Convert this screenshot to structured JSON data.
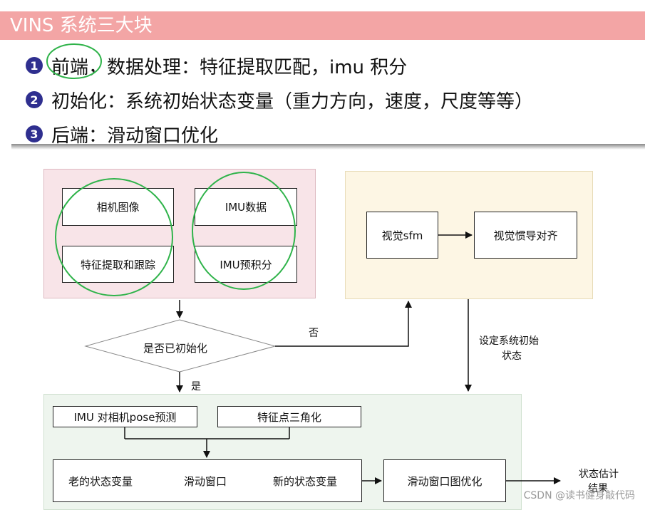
{
  "header": {
    "title": "VINS 系统三大块"
  },
  "bullets": [
    {
      "num": "1",
      "text": "前端，数据处理：特征提取匹配，imu 积分"
    },
    {
      "num": "2",
      "text": "初始化：系统初始状态变量（重力方向，速度，尺度等等）"
    },
    {
      "num": "3",
      "text": "后端：滑动窗口优化"
    }
  ],
  "diagram": {
    "frontend": {
      "camera": "相机图像",
      "imu_data": "IMU数据",
      "feature_track": "特征提取和跟踪",
      "imu_preint": "IMU预积分"
    },
    "decision": "是否已初始化",
    "no_label": "否",
    "yes_label": "是",
    "init": {
      "visual_sfm": "视觉sfm",
      "visual_inertial_align": "视觉惯导对齐"
    },
    "set_state_label_line1": "设定系统初始",
    "set_state_label_line2": "状态",
    "backend": {
      "imu_pose_predict": "IMU 对相机pose预测",
      "triangulation": "特征点三角化",
      "old_state": "老的状态变量",
      "sliding_window": "滑动窗口",
      "new_state": "新的状态变量",
      "graph_opt": "滑动窗口图优化"
    },
    "result_line1": "状态估计",
    "result_line2": "结果"
  },
  "watermark": "CSDN @读书健身敲代码",
  "colors": {
    "title_bar": "#f3a5a5",
    "bullet_circle": "#2f2f8f",
    "front_region": "#f8e4e8",
    "init_region": "#fdf6e4",
    "back_region": "#eef5ee",
    "annotation_green": "#2fb34a"
  }
}
